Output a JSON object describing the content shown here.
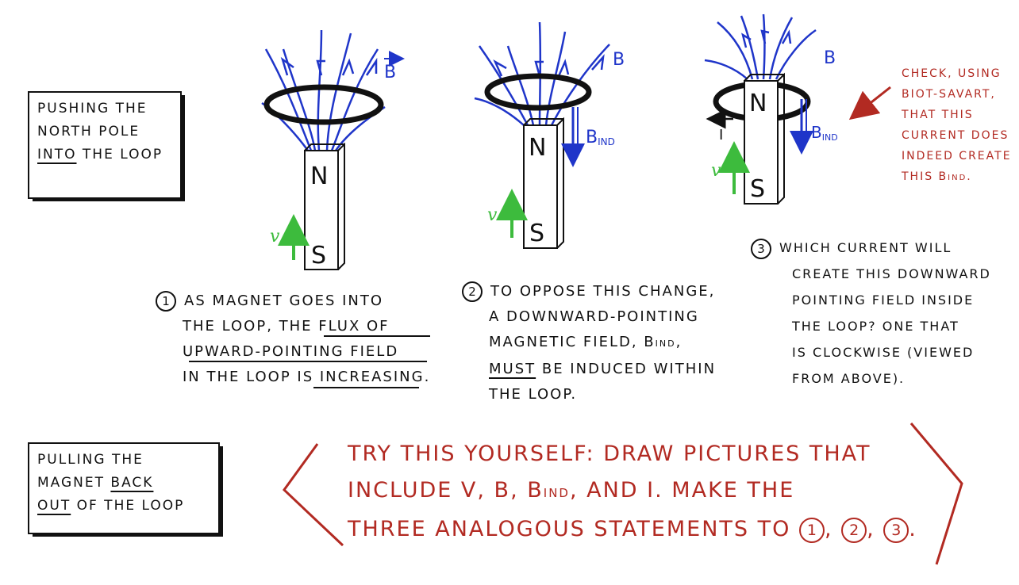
{
  "top_box": {
    "lines": [
      "Pushing the",
      "north pole"
    ],
    "underlined": "into",
    "tail": " the loop"
  },
  "bottom_box": {
    "line1": "Pulling the",
    "line2_start": "magnet ",
    "line2_underlined": "back",
    "line3_underlined": "out",
    "line3_tail": " of the loop"
  },
  "figure1": {
    "north": "N",
    "south": "S",
    "field": "B",
    "velocity": "v"
  },
  "figure2": {
    "north": "N",
    "south": "S",
    "field": "B",
    "velocity": "v",
    "induced": "B",
    "induced_sub": "IND"
  },
  "figure3": {
    "north": "N",
    "south": "S",
    "field": "B",
    "velocity": "v",
    "induced": "B",
    "induced_sub": "IND",
    "current": "I"
  },
  "step1": {
    "number": "1",
    "line1": "As magnet goes into",
    "line2_start": "the loop, the ",
    "line2_u": "flux of",
    "line3_u": "upward-pointing field",
    "line4_start": "in the loop ",
    "line4_u": "is increasing",
    "line4_end": "."
  },
  "step2": {
    "number": "2",
    "line1": "To oppose this change,",
    "line2": "a downward-pointing",
    "line3_start": "magnetic field, ",
    "line3_b": "B",
    "line3_sub": "IND",
    "line3_end": ",",
    "line4_u": "Must",
    "line4_end": " be induced within",
    "line5": "the loop."
  },
  "step3": {
    "number": "3",
    "lines": [
      "Which current will",
      "create this downward",
      "pointing field inside",
      "the loop?  One that",
      "is clockwise (viewed",
      "from above)."
    ]
  },
  "note": {
    "lines": [
      "Check, using",
      "Biot-Savart,",
      "that this",
      "current does",
      "indeed create"
    ],
    "last": "this B",
    "last_sub": "IND",
    "last_end": "."
  },
  "try": {
    "line1": "Try this yourself:  Draw pictures that",
    "line2": "include v, B, B",
    "line2_sub": "IND",
    "line2_end": ", and I.  Make the",
    "line3": "three analogous statements to ",
    "nums": [
      "1",
      "2",
      "3"
    ]
  },
  "colors": {
    "ink": "#111111",
    "field": "#1f35c9",
    "velocity": "#3dbb3d",
    "annotation": "#b22a22"
  }
}
